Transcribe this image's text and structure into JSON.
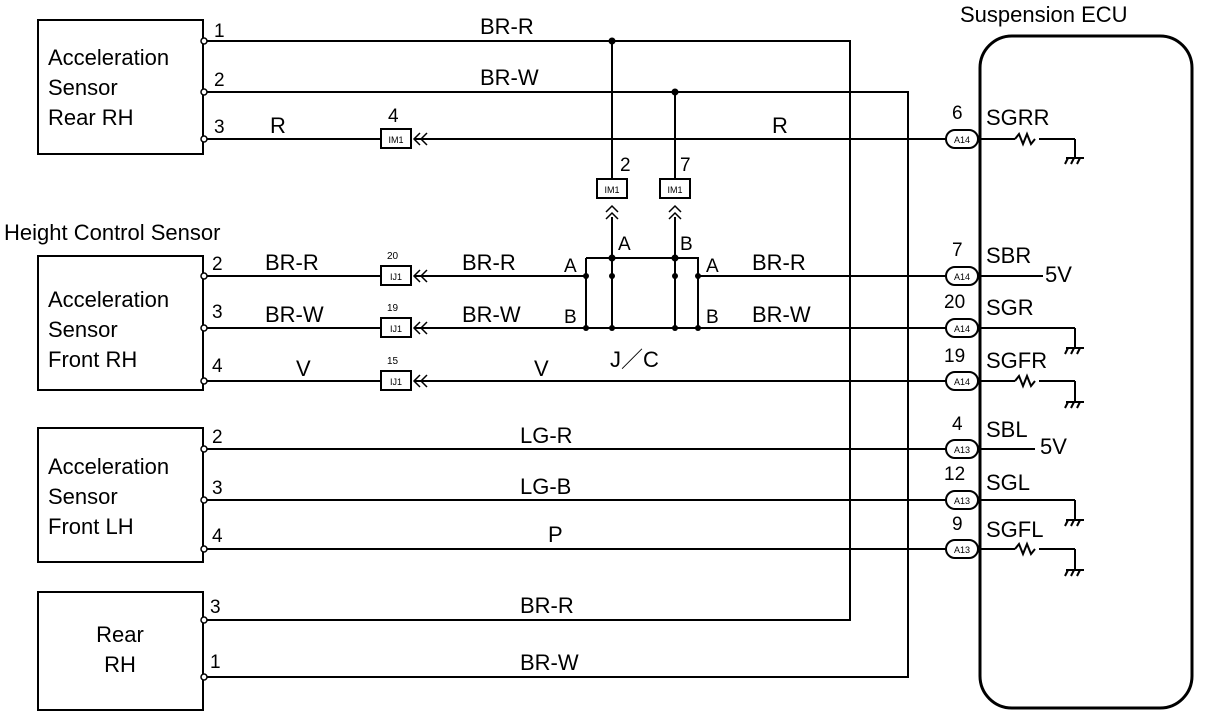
{
  "ecu": {
    "title": "Suspension ECU"
  },
  "height_control_sensor": {
    "title": "Height Control Sensor"
  },
  "sensors": {
    "rear_rh_accel": {
      "line1": "Acceleration",
      "line2": "Sensor",
      "line3": "Rear RH",
      "pins": [
        "1",
        "2",
        "3"
      ]
    },
    "front_rh_accel": {
      "line1": "Acceleration",
      "line2": "Sensor",
      "line3": "Front RH",
      "pins": [
        "2",
        "3",
        "4"
      ]
    },
    "front_lh_accel": {
      "line1": "Acceleration",
      "line2": "Sensor",
      "line3": "Front LH",
      "pins": [
        "2",
        "3",
        "4"
      ]
    },
    "rear_rh_height": {
      "line1": "Rear",
      "line2": "RH",
      "pins": [
        "3",
        "1"
      ]
    }
  },
  "wires": {
    "rr_1": "BR-R",
    "rr_2": "BR-W",
    "rr_3": "R",
    "rr_3_ecu": "R",
    "fr_2": "BR-R",
    "fr_2_mid": "BR-R",
    "fr_2_ecu": "BR-R",
    "fr_3": "BR-W",
    "fr_3_mid": "BR-W",
    "fr_3_ecu": "BR-W",
    "fr_4": "V",
    "fr_4_ecu": "V",
    "fl_2": "LG-R",
    "fl_3": "LG-B",
    "fl_4": "P",
    "rh_3": "BR-R",
    "rh_1": "BR-W"
  },
  "connectors": {
    "im1_4": {
      "pin": "4",
      "name": "IM1"
    },
    "im1_2": {
      "pin": "2",
      "name": "IM1"
    },
    "im1_7": {
      "pin": "7",
      "name": "IM1"
    },
    "ij1_20": {
      "pin": "20",
      "name": "IJ1"
    },
    "ij1_19": {
      "pin": "19",
      "name": "IJ1"
    },
    "ij1_15": {
      "pin": "15",
      "name": "IJ1"
    }
  },
  "junction": {
    "label": "J／C",
    "top_a": "A",
    "top_b": "B",
    "left_a": "A",
    "left_b": "B",
    "right_a": "A",
    "right_b": "B"
  },
  "ecu_terminals": [
    {
      "pin": "6",
      "connector": "A14",
      "signal": "SGRR"
    },
    {
      "pin": "7",
      "connector": "A14",
      "signal": "SBR",
      "note": "5V"
    },
    {
      "pin": "20",
      "connector": "A14",
      "signal": "SGR"
    },
    {
      "pin": "19",
      "connector": "A14",
      "signal": "SGFR"
    },
    {
      "pin": "4",
      "connector": "A13",
      "signal": "SBL",
      "note": "5V"
    },
    {
      "pin": "12",
      "connector": "A13",
      "signal": "SGL"
    },
    {
      "pin": "9",
      "connector": "A13",
      "signal": "SGFL"
    }
  ]
}
